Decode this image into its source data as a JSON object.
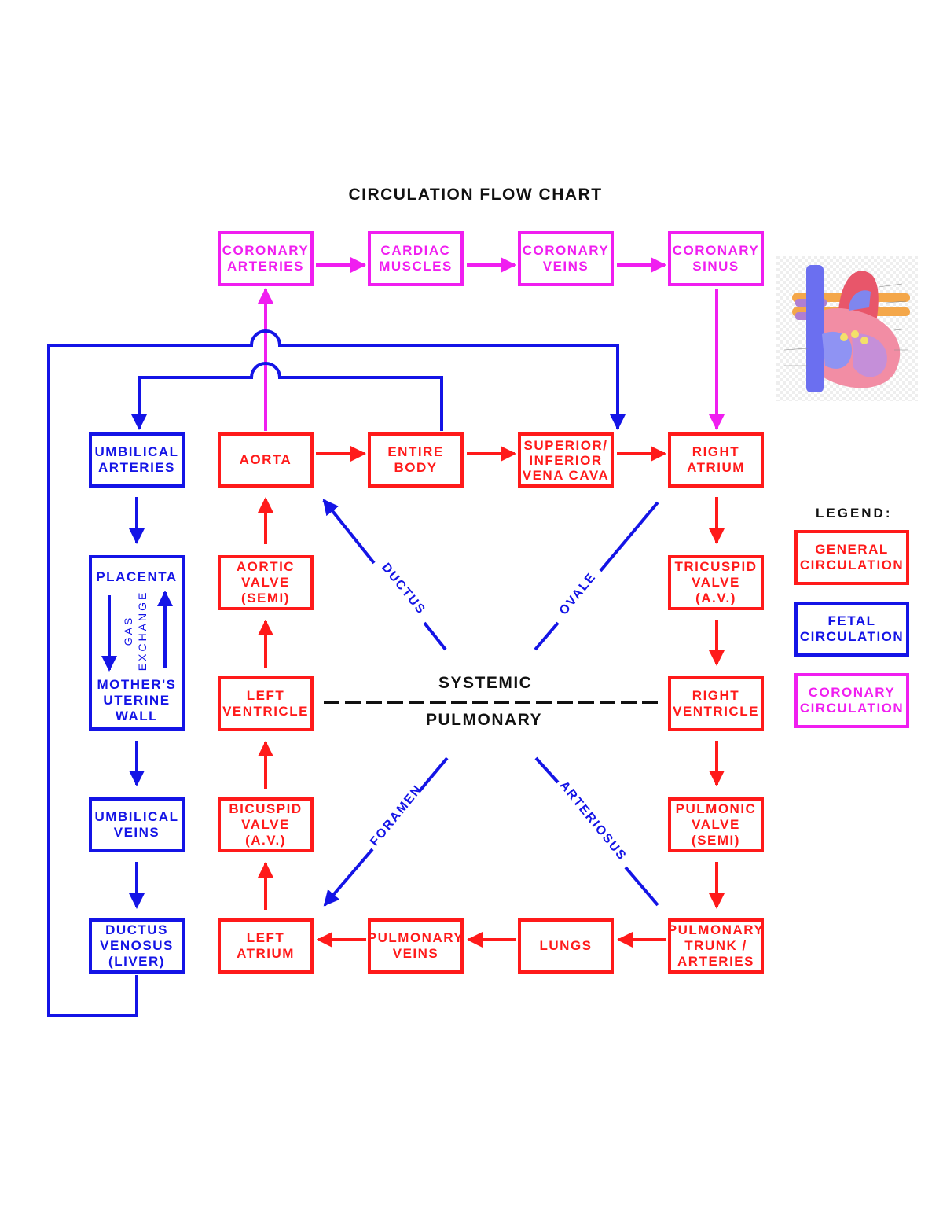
{
  "title": "CIRCULATION FLOW CHART",
  "colors": {
    "general": "#ff1a1a",
    "fetal": "#1414e6",
    "coronary": "#f01ef0"
  },
  "boxes": {
    "coronary_arteries": [
      "CORONARY",
      "ARTERIES"
    ],
    "cardiac_muscles": [
      "CARDIAC",
      "MUSCLES"
    ],
    "coronary_veins": [
      "CORONARY",
      "VEINS"
    ],
    "coronary_sinus": [
      "CORONARY",
      "SINUS"
    ],
    "umbilical_arteries": [
      "UMBILICAL",
      "ARTERIES"
    ],
    "aorta": [
      "AORTA"
    ],
    "entire_body": [
      "ENTIRE",
      "BODY"
    ],
    "vena_cava": [
      "SUPERIOR/",
      "INFERIOR",
      "VENA CAVA"
    ],
    "right_atrium": [
      "RIGHT",
      "ATRIUM"
    ],
    "placenta": "PLACENTA",
    "mothers_wall": [
      "MOTHER'S",
      "UTERINE",
      "WALL"
    ],
    "aortic_valve": [
      "AORTIC",
      "VALVE",
      "(SEMI)"
    ],
    "tricuspid_valve": [
      "TRICUSPID",
      "VALVE",
      "(A.V.)"
    ],
    "left_ventricle": [
      "LEFT",
      "VENTRICLE"
    ],
    "right_ventricle": [
      "RIGHT",
      "VENTRICLE"
    ],
    "umbilical_veins": [
      "UMBILICAL",
      "VEINS"
    ],
    "bicuspid_valve": [
      "BICUSPID",
      "VALVE",
      "(A.V.)"
    ],
    "pulmonic_valve": [
      "PULMONIC",
      "VALVE",
      "(SEMI)"
    ],
    "ductus_venosus": [
      "DUCTUS",
      "VENOSUS",
      "(LIVER)"
    ],
    "left_atrium": [
      "LEFT",
      "ATRIUM"
    ],
    "pulmonary_veins": [
      "PULMONARY",
      "VEINS"
    ],
    "lungs": [
      "LUNGS"
    ],
    "pulmonary_trunk": [
      "PULMONARY",
      "TRUNK /",
      "ARTERIES"
    ]
  },
  "gas_exchange": [
    "GAS",
    "EXCHANGE"
  ],
  "center": {
    "systemic": "SYSTEMIC",
    "pulmonary": "PULMONARY"
  },
  "shunts": {
    "ductus": "DUCTUS",
    "arteriosus": "ARTERIOSUS",
    "foramen": "FORAMEN",
    "ovale": "OVALE"
  },
  "legend": {
    "title": "LEGEND:",
    "items": [
      {
        "lines": [
          "GENERAL",
          "CIRCULATION"
        ],
        "color": "#ff1a1a"
      },
      {
        "lines": [
          "FETAL",
          "CIRCULATION"
        ],
        "color": "#1414e6"
      },
      {
        "lines": [
          "CORONARY",
          "CIRCULATION"
        ],
        "color": "#f01ef0"
      }
    ]
  }
}
